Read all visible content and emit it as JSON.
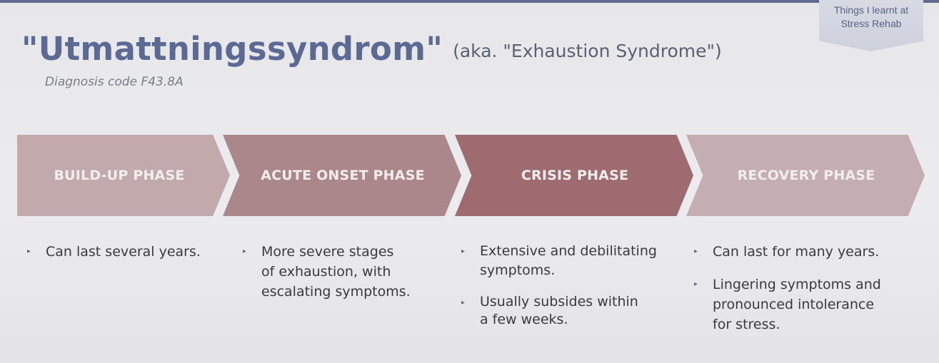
{
  "ribbon": {
    "text": "Things I learnt at\nStress Rehab"
  },
  "header": {
    "title": "\"Utmattningssyndrom\"",
    "subtitle": "(aka. \"Exhaustion Syndrome\")",
    "diagnosis": "Diagnosis code F43.8A"
  },
  "phases": [
    {
      "label": "BUILD-UP PHASE",
      "color": "#c2a9ac",
      "bullets": [
        "Can last several years."
      ]
    },
    {
      "label": "ACUTE ONSET PHASE",
      "color": "#ab878c",
      "bullets": [
        "More severe stages\nof exhaustion, with\nescalating symptoms."
      ]
    },
    {
      "label": "CRISIS PHASE",
      "color": "#9d6b70",
      "bullets": [
        "Extensive and debilitating\nsymptoms.",
        "Usually subsides within\na few weeks."
      ]
    },
    {
      "label": "RECOVERY PHASE",
      "color": "#c5aeb1",
      "bullets": [
        "Can last for many years.",
        "Lingering symptoms and\npronounced intolerance\nfor stress."
      ]
    }
  ],
  "colors": {
    "title": "#5b6a94",
    "accent_bar": "#5e6a8f",
    "bullet_text": "#3a3a3e"
  },
  "bullet_glyph": "▸"
}
